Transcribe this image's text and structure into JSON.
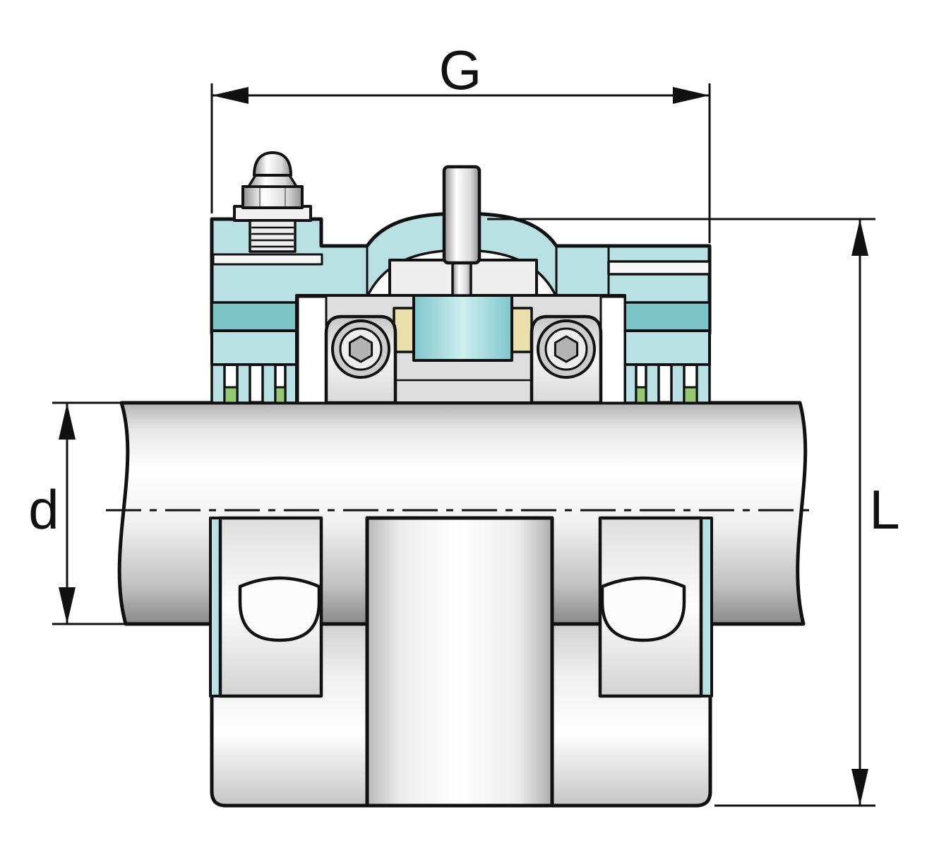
{
  "drawing": {
    "type": "technical-drawing",
    "description": "Cross-section drawing of a split plummer block bearing unit mounted on a shaft, with grease fitting, locating stud, labyrinth seals and dimension callouts",
    "dimensions": {
      "width": {
        "label": "G"
      },
      "shaft_diameter": {
        "label": "d"
      },
      "total_height": {
        "label": "L"
      }
    },
    "colors": {
      "housing_teal": "#b9e0e2",
      "housing_teal_dark": "#7cc4c8",
      "seal_green": "#94c871",
      "cage_cream": "#e9dfab",
      "outline": "#111111",
      "background": "#ffffff"
    }
  }
}
